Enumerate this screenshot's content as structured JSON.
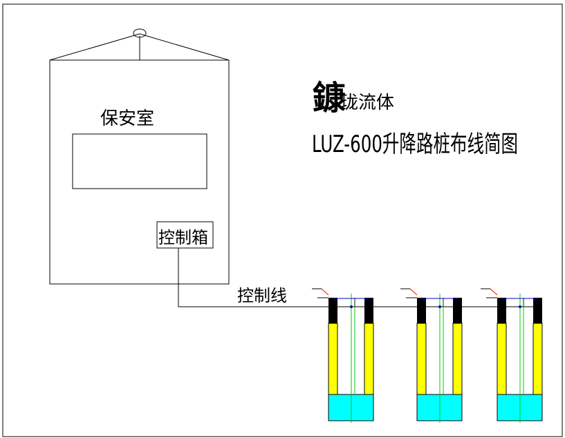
{
  "title": {
    "brand_big": "鏮",
    "brand_rest": "珑流体",
    "subtitle": "LUZ-600升降路桩布线简图"
  },
  "labels": {
    "guard_room": "保安室",
    "control_box": "控制箱",
    "control_line": "控制线"
  },
  "bollards": [
    {
      "id": "bollard-1"
    },
    {
      "id": "bollard-2"
    },
    {
      "id": "bollard-3"
    }
  ],
  "colors": {
    "line": "#000000",
    "bollard_top": "#000000",
    "bollard_body": "#ffff00",
    "base": "#00ffff",
    "center_line": "#00cc00",
    "wire": "#0000cc",
    "leader": "#ff0000"
  }
}
